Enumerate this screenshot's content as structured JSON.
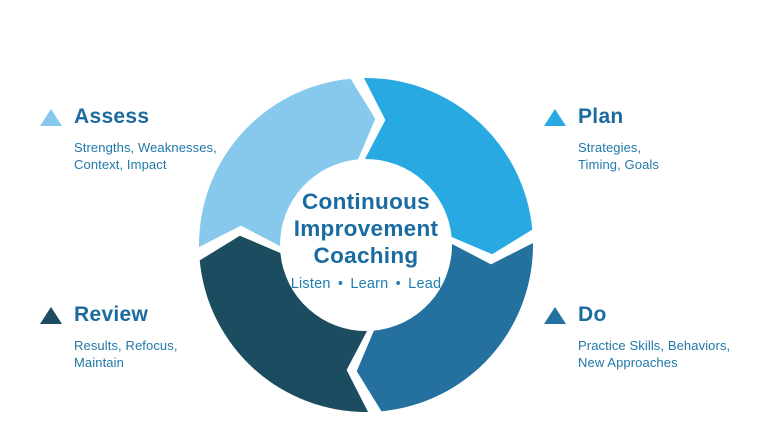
{
  "center": {
    "title_line1": "Continuous",
    "title_line2": "Improvement",
    "title_line3": "Coaching",
    "subtitle": "Listen • Learn • Lead"
  },
  "segments": [
    {
      "id": "assess",
      "label": "Assess",
      "desc_line1": "Strengths, Weaknesses,",
      "desc_line2": "Context, Impact",
      "color": "#87C9ED"
    },
    {
      "id": "plan",
      "label": "Plan",
      "desc_line1": "Strategies,",
      "desc_line2": "Timing, Goals",
      "color": "#29A9E2"
    },
    {
      "id": "do",
      "label": "Do",
      "desc_line1": "Practice Skills, Behaviors,",
      "desc_line2": "New Approaches",
      "color": "#24719F"
    },
    {
      "id": "review",
      "label": "Review",
      "desc_line1": "Results, Refocus,",
      "desc_line2": "Maintain",
      "color": "#1B4C60"
    }
  ],
  "colors": {
    "background": "#FFFFFF",
    "title_text": "#1A6B9F",
    "subtitle_text": "#1F7DAF",
    "heading_text": "#1B6B9E",
    "desc_text": "#2278A8"
  }
}
